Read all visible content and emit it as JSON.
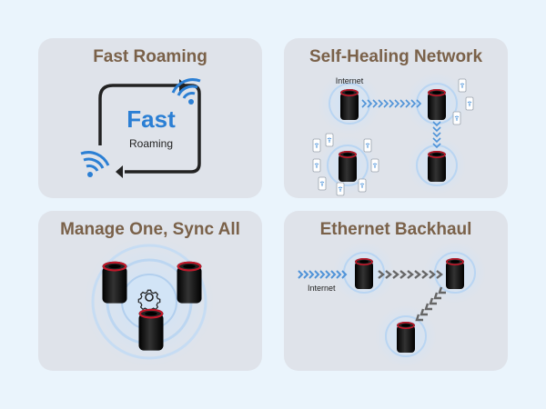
{
  "cards": [
    {
      "title": "Fast Roaming",
      "big_text": "Fast",
      "small_text": "Roaming"
    },
    {
      "title": "Self-Healing Network",
      "internet_label": "Internet"
    },
    {
      "title": "Manage One, Sync All"
    },
    {
      "title": "Ethernet Backhaul",
      "internet_label": "Internet"
    }
  ],
  "colors": {
    "background": "#eaf4fc",
    "card": "#dfe3ea",
    "title": "#7a6149",
    "accent_blue": "#2b7fd4",
    "router_body": "#111111",
    "router_ring": "#c0182a"
  },
  "icons": [
    "wifi-icon",
    "router-icon",
    "gear-icon",
    "phone-icon",
    "arrow-icon"
  ]
}
